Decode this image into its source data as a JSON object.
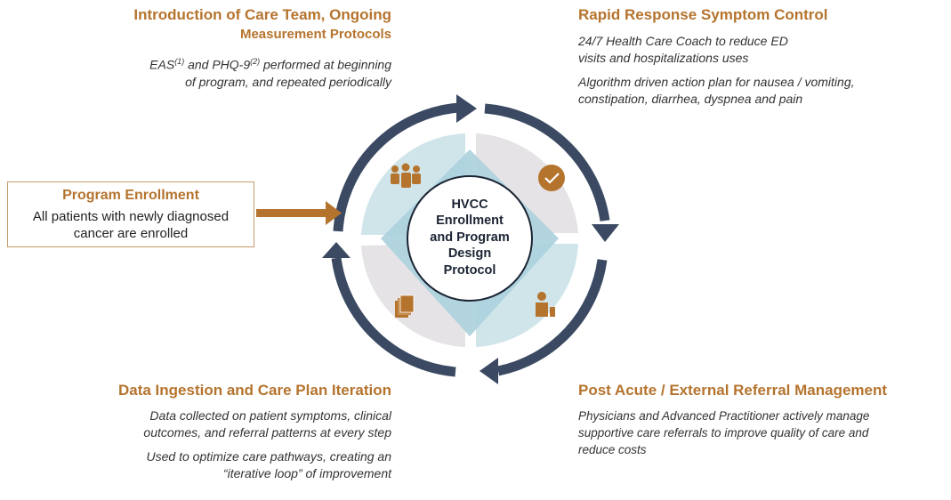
{
  "top_left": {
    "title_line1": "Introduction of Care Team, Ongoing",
    "title_line2": "Measurement Protocols",
    "body_line1_a": "EAS",
    "body_line1_sup1": "(1)",
    "body_line1_b": " and PHQ-9",
    "body_line1_sup2": "(2)",
    "body_line1_c": " performed at beginning",
    "body_line2": "of program, and repeated periodically"
  },
  "top_right": {
    "title": "Rapid Response Symptom Control",
    "body_line1": "24/7 Health Care Coach to reduce ED",
    "body_line2": "visits and hospitalizations uses",
    "body_line3": "Algorithm driven action plan for nausea / vomiting,",
    "body_line4": "constipation, diarrhea, dyspnea and pain"
  },
  "enrollment": {
    "title": "Program Enrollment",
    "body_line1": "All patients with newly diagnosed",
    "body_line2": "cancer are enrolled"
  },
  "center": {
    "line1": "HVCC",
    "line2": "Enrollment",
    "line3": "and Program",
    "line4": "Design",
    "line5": "Protocol"
  },
  "bottom_left": {
    "title": "Data Ingestion and Care Plan Iteration",
    "body_line1": "Data collected on patient symptoms, clinical",
    "body_line2": "outcomes, and referral patterns at every step",
    "body_line3": "Used to optimize care pathways, creating an",
    "body_line4": "“iterative loop” of improvement"
  },
  "bottom_right": {
    "title": "Post Acute / External Referral Management",
    "body_line1": "Physicians and Advanced Practitioner actively manage",
    "body_line2": "supportive care referrals to improve quality of care and",
    "body_line3": "reduce costs"
  },
  "icons": {
    "top_left": "care-team-people-icon",
    "top_right": "checkmark-circle-icon",
    "bottom_right": "physician-chart-icon",
    "bottom_left": "documents-stack-icon"
  },
  "colors": {
    "accent": "#b5742e",
    "ring": "#3b4a62",
    "light_blue": "#cfe5ea",
    "light_gray": "#e5e3e6",
    "diamond": "#aed3de"
  }
}
